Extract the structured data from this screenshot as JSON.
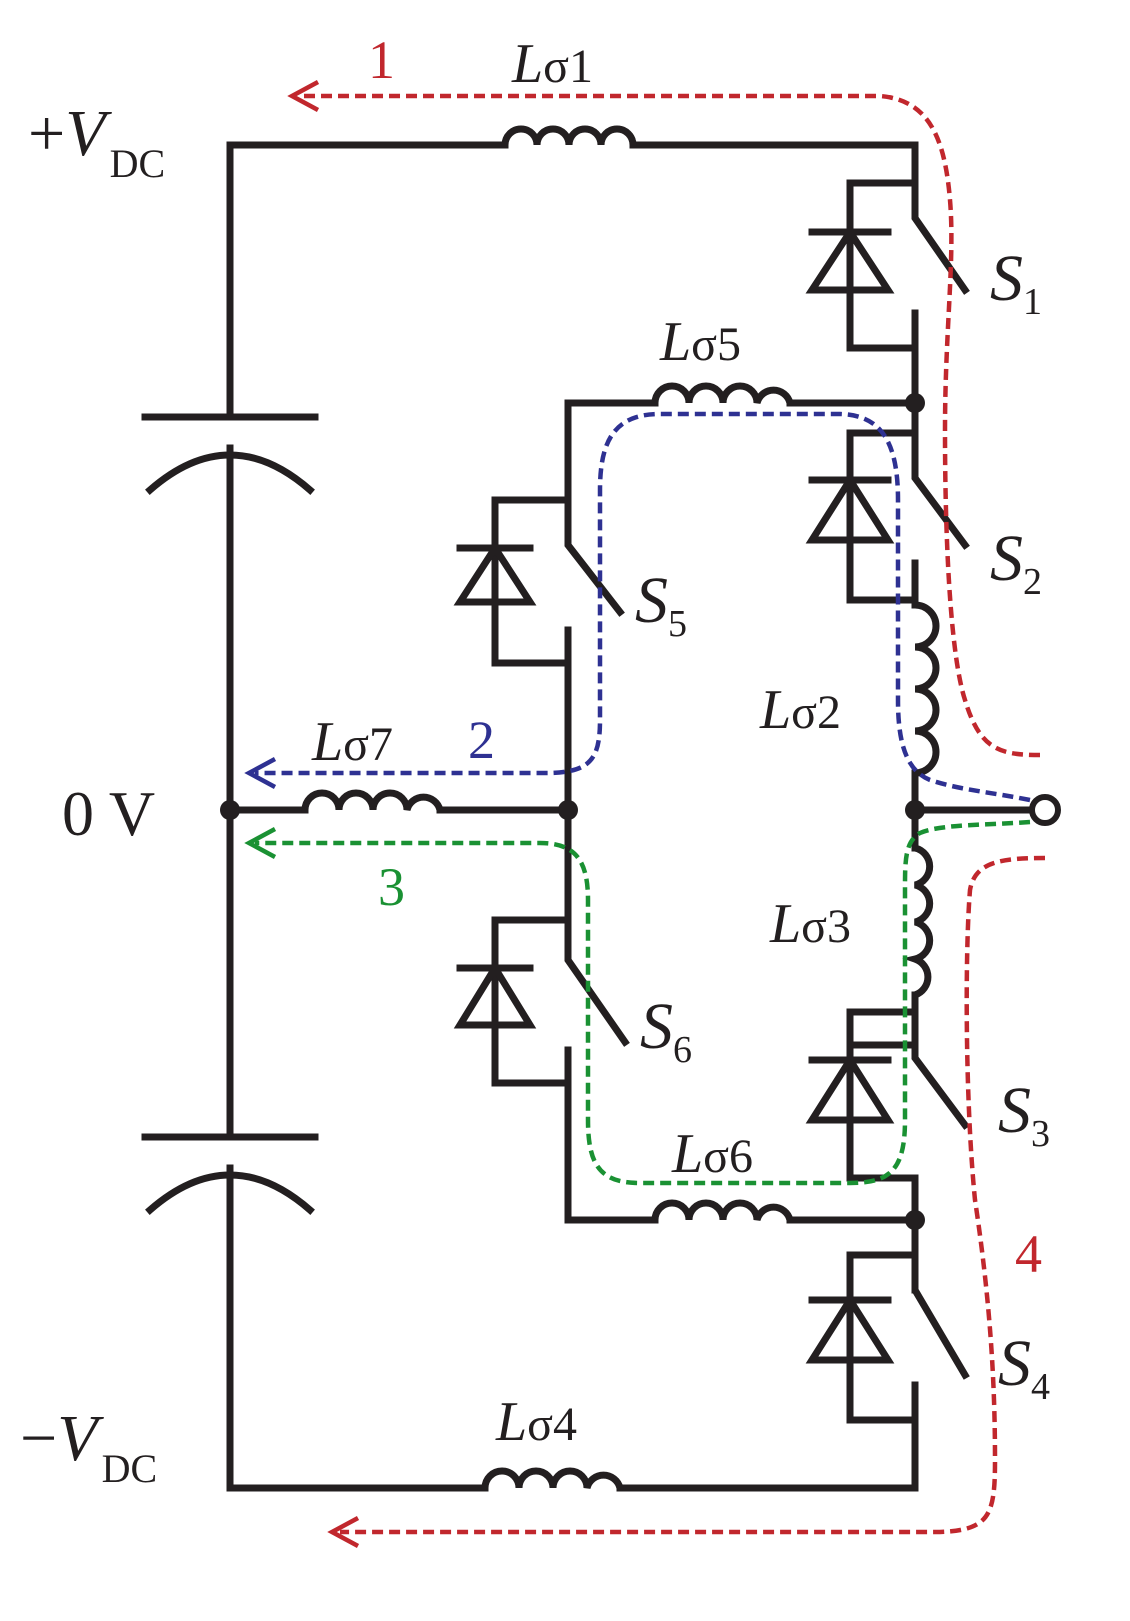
{
  "labels": {
    "vdc_pos_sign": "+",
    "vdc_neg_sign": "−",
    "vdc_letter": "V",
    "vdc_sub": "DC",
    "zero_v": "0 V",
    "l_letter": "L",
    "inductors": {
      "l1": "σ1",
      "l2": "σ2",
      "l3": "σ3",
      "l4": "σ4",
      "l5": "σ5",
      "l6": "σ6",
      "l7": "σ7"
    },
    "s_letter": "S",
    "switches": {
      "s1": "1",
      "s2": "2",
      "s3": "3",
      "s4": "4",
      "s5": "5",
      "s6": "6"
    },
    "paths": {
      "p1": "1",
      "p2": "2",
      "p3": "3",
      "p4": "4"
    }
  },
  "colors": {
    "wire": "#231f20",
    "path_red": "#c1272d",
    "path_blue": "#2e3192",
    "path_green": "#1a9133"
  }
}
